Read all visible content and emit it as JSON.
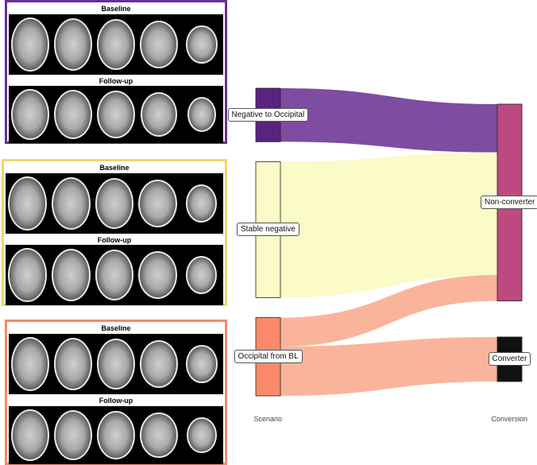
{
  "panels": [
    {
      "id": "negative-to-occipital",
      "border_color": "#6a2c9b",
      "rows": [
        {
          "label": "Baseline"
        },
        {
          "label": "Follow-up"
        }
      ]
    },
    {
      "id": "stable-negative",
      "border_color": "#f5d56a",
      "rows": [
        {
          "label": "Baseline"
        },
        {
          "label": "Follow-up"
        }
      ]
    },
    {
      "id": "occipital-from-bl",
      "border_color": "#f08c6a",
      "rows": [
        {
          "label": "Baseline"
        },
        {
          "label": "Follow-up"
        }
      ]
    }
  ],
  "sankey": {
    "axis_labels": {
      "left": "Scenario",
      "right": "Conversion"
    },
    "left_nodes": [
      {
        "id": "neg2occ",
        "label": "Negative to Occipital",
        "color": "#5a2380",
        "value": 0.13
      },
      {
        "id": "stable",
        "label": "Stable negative",
        "color": "#fbfac8",
        "value": 0.33
      },
      {
        "id": "occbl",
        "label": "Occipital from BL",
        "color": "#fa8a6a",
        "value": 0.19
      }
    ],
    "right_nodes": [
      {
        "id": "nonconv",
        "label": "Non-converter",
        "color": "#bc4a80",
        "value": 0.53
      },
      {
        "id": "conv",
        "label": "Converter",
        "color": "#111111",
        "value": 0.12
      }
    ],
    "links": [
      {
        "source": "neg2occ",
        "target": "nonconv",
        "value": 0.13,
        "color": "#7e4ca1"
      },
      {
        "source": "stable",
        "target": "nonconv",
        "value": 0.33,
        "color": "#fafbc7"
      },
      {
        "source": "occbl",
        "target": "nonconv",
        "value": 0.07,
        "color": "#fab49c"
      },
      {
        "source": "occbl",
        "target": "conv",
        "value": 0.12,
        "color": "#fab49c"
      }
    ]
  }
}
